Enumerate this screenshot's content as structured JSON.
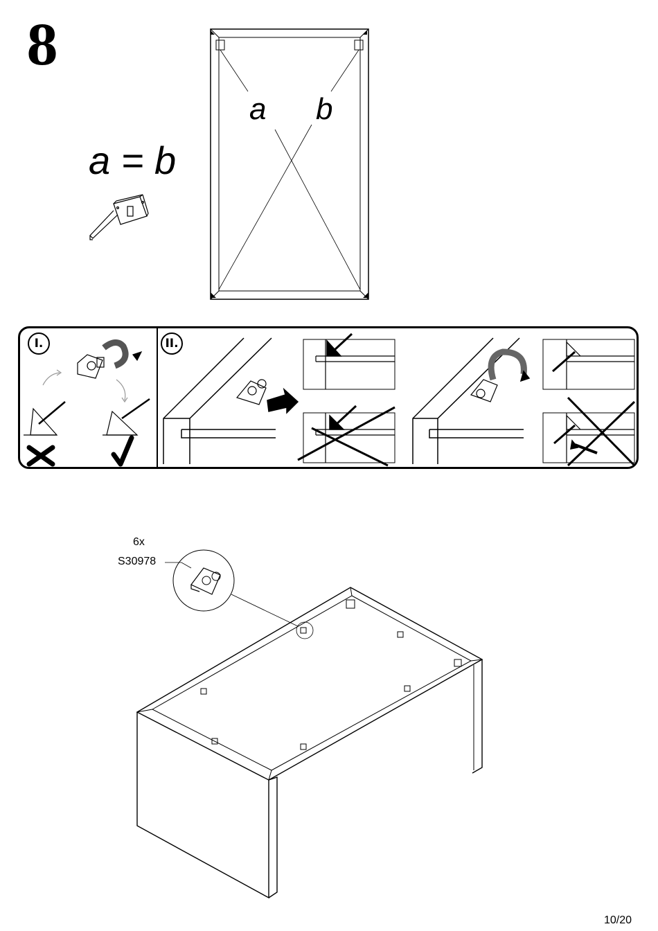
{
  "step": {
    "number": "8"
  },
  "diagonal_check": {
    "equation": "a = b",
    "label_a": "a",
    "label_b": "b"
  },
  "instructions_panel": {
    "section_1": "I.",
    "section_2": "II."
  },
  "hardware": {
    "quantity": "6x",
    "part_code": "S30978"
  },
  "footer": {
    "page": "10/20"
  },
  "icons": {
    "measure": "tape-measure-icon",
    "correct": "checkmark-icon",
    "wrong": "cross-icon"
  }
}
